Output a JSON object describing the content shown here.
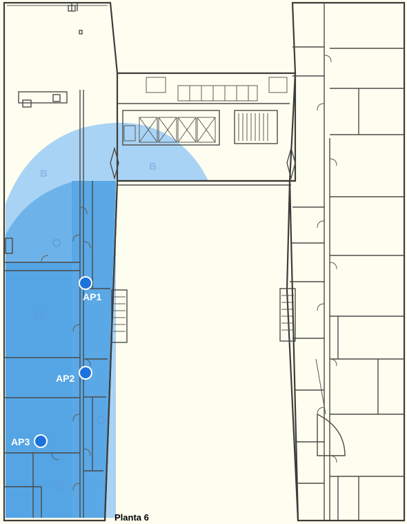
{
  "floor_label": "Planta 6",
  "zone_labels": {
    "b": "B"
  },
  "access_points": [
    {
      "label": "AP1"
    },
    {
      "label": "AP2"
    },
    {
      "label": "AP3"
    }
  ],
  "colors": {
    "background": "#fefef0",
    "coverage_outer": "#a8d4f5",
    "coverage_inner": "#62aee8",
    "coverage_strong": "#4f9fe0",
    "ap_dot": "#1d72dc",
    "walls": "#4a4a48"
  }
}
